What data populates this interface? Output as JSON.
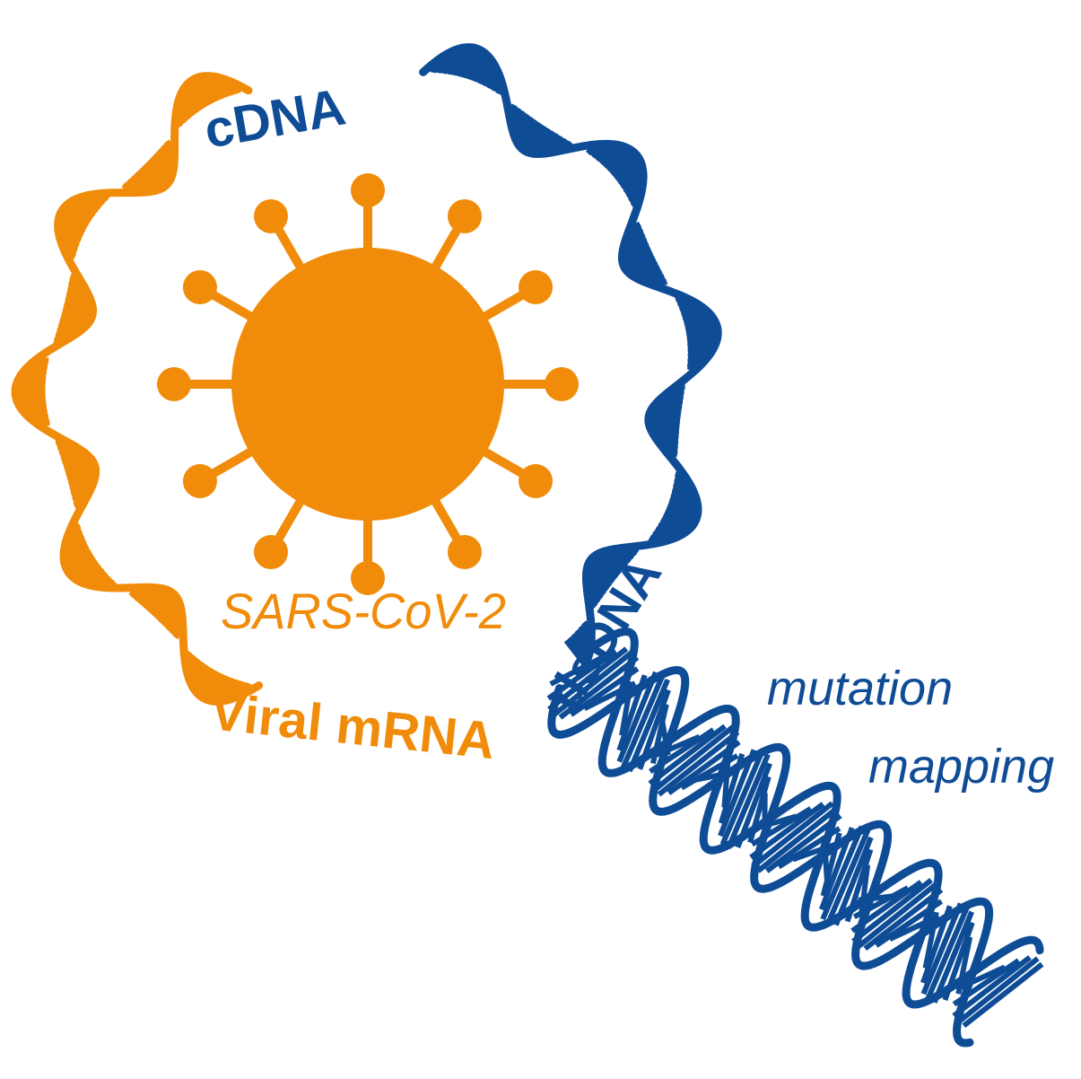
{
  "colors": {
    "orange": "#F08C0A",
    "blue": "#0F4C96",
    "background": "#FFFFFF"
  },
  "labels": {
    "cdna": "cDNA",
    "dsdna": "dsDNA",
    "viral_mrna": "Viral mRNA",
    "virus_name": "SARS-CoV-2",
    "mutation": "mutation",
    "mapping": "mapping"
  },
  "icons": {
    "virus": "virus-icon",
    "rna_strand": "rna-strand-icon",
    "dna_strand": "dna-helix-icon"
  }
}
